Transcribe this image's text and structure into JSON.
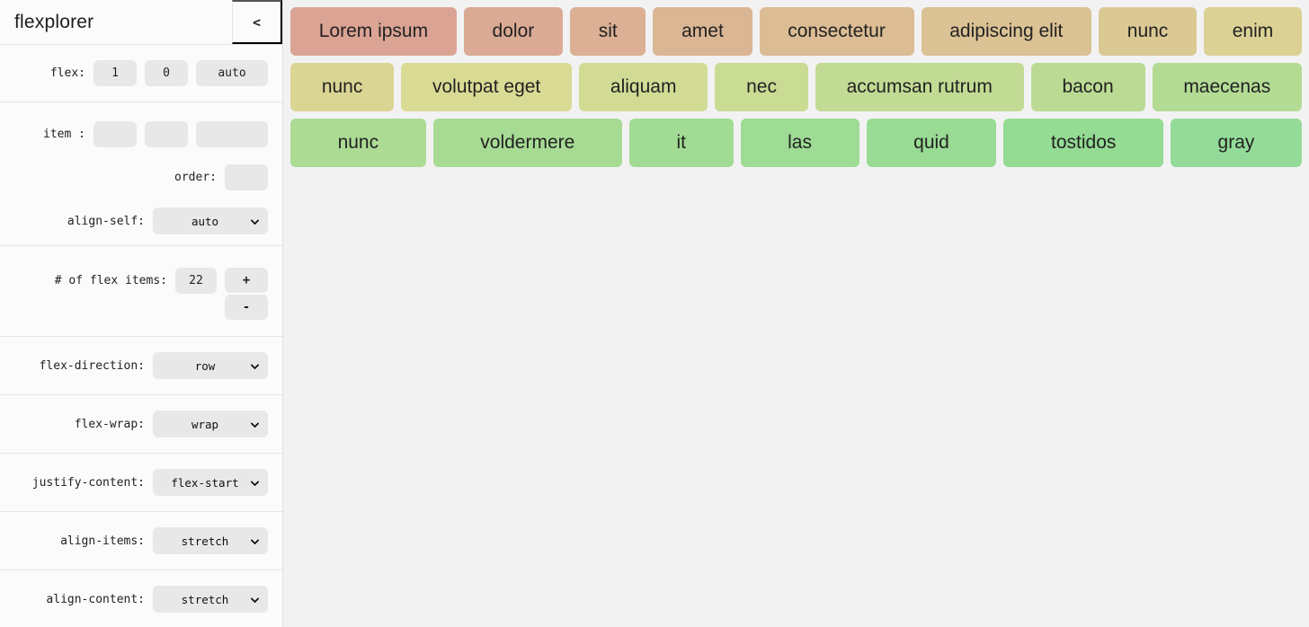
{
  "app": {
    "title": "flexplorer",
    "collapse_icon": "<"
  },
  "sidebar": {
    "flex_section": {
      "label": "flex:",
      "values": [
        "1",
        "0",
        "auto"
      ]
    },
    "item_section": {
      "label": "item :",
      "values": [
        "",
        "",
        ""
      ],
      "order": {
        "label": "order:",
        "value": ""
      },
      "align_self": {
        "label": "align-self:",
        "value": "auto"
      }
    },
    "count_section": {
      "label": "# of flex items:",
      "value": "22",
      "increment_label": "+",
      "decrement_label": "-"
    },
    "selects": [
      {
        "label": "flex-direction:",
        "value": "row"
      },
      {
        "label": "flex-wrap:",
        "value": "wrap"
      },
      {
        "label": "justify-content:",
        "value": "flex-start"
      },
      {
        "label": "align-items:",
        "value": "stretch"
      },
      {
        "label": "align-content:",
        "value": "stretch"
      }
    ]
  },
  "canvas": {
    "rows": [
      [
        {
          "label": "Lorem ipsum",
          "color": "#dba394"
        },
        {
          "label": "dolor",
          "color": "#dbaa94"
        },
        {
          "label": "sit",
          "color": "#dbb094"
        },
        {
          "label": "amet",
          "color": "#dbb694"
        },
        {
          "label": "consectetur",
          "color": "#dbbc94"
        },
        {
          "label": "adipiscing elit",
          "color": "#dbc294"
        },
        {
          "label": "nunc",
          "color": "#dbc994"
        },
        {
          "label": "enim",
          "color": "#dbd194"
        }
      ],
      [
        {
          "label": "nunc",
          "color": "#dbd594"
        },
        {
          "label": "volutpat eget",
          "color": "#d9db94"
        },
        {
          "label": "aliquam",
          "color": "#d2db94"
        },
        {
          "label": "nec",
          "color": "#cadb94"
        },
        {
          "label": "accumsan rutrum",
          "color": "#c2db94"
        },
        {
          "label": "bacon",
          "color": "#bbdb94"
        },
        {
          "label": "maecenas",
          "color": "#b3db94"
        }
      ],
      [
        {
          "label": "nunc",
          "color": "#acdb94"
        },
        {
          "label": "voldermere",
          "color": "#a7db94"
        },
        {
          "label": "it",
          "color": "#a2db94"
        },
        {
          "label": "las",
          "color": "#9edb94"
        },
        {
          "label": "quid",
          "color": "#99db94"
        },
        {
          "label": "tostidos",
          "color": "#94db94"
        },
        {
          "label": "gray",
          "color": "#94db99"
        }
      ]
    ]
  },
  "colors": {
    "canvas_bg": "#f2f2f3",
    "sidebar_bg": "#fbfbfb",
    "divider": "#e4e4e4",
    "control_bg": "#e8e8e8",
    "item_text": "#222222"
  }
}
